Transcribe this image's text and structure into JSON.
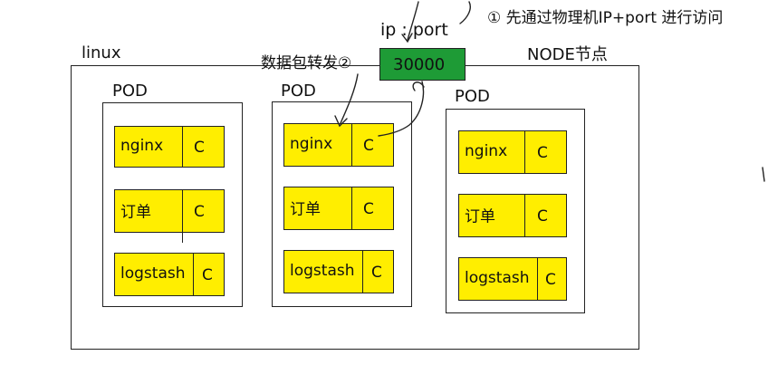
{
  "port_label": "ip : port",
  "note": "① 先通过物理机IP+port 进行访问",
  "port_value": "30000",
  "linux_label": "linux",
  "node_label": "NODE节点",
  "forward_label": "数据包转发②",
  "pods": [
    {
      "title": "POD",
      "containers": [
        {
          "name": "nginx",
          "c": "C"
        },
        {
          "name": "订单",
          "c": "C"
        },
        {
          "name": "logstash",
          "c": "C"
        }
      ]
    },
    {
      "title": "POD",
      "containers": [
        {
          "name": "nginx",
          "c": "C"
        },
        {
          "name": "订单",
          "c": "C"
        },
        {
          "name": "logstash",
          "c": "C"
        }
      ]
    },
    {
      "title": "POD",
      "containers": [
        {
          "name": "nginx",
          "c": "C"
        },
        {
          "name": "订单",
          "c": "C"
        },
        {
          "name": "logstash",
          "c": "C"
        }
      ]
    }
  ],
  "colors": {
    "port_box": "#1e9b36",
    "container": "#ffee00",
    "stroke": "#222222"
  }
}
